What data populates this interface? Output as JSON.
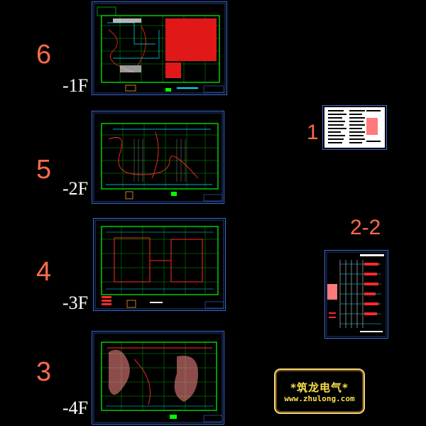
{
  "drawings": [
    {
      "number": "6",
      "floor": "-1F"
    },
    {
      "number": "5",
      "floor": "-2F"
    },
    {
      "number": "4",
      "floor": "-3F"
    },
    {
      "number": "3",
      "floor": "-4F"
    }
  ],
  "side_sheets": [
    {
      "label": "1"
    },
    {
      "label": "2-2"
    }
  ],
  "watermark": {
    "name": "*筑龙电气*",
    "url": "www.zhulong.com"
  },
  "colors": {
    "background": "#000000",
    "sheet_border": "#3b6bd6",
    "grid": "#00ff00",
    "wiring_red": "#ff2b2b",
    "wiring_cyan": "#00e5ff",
    "label_orange": "#ff6a4d",
    "floor_label": "#ffffff",
    "logo_yellow": "#f6e04a"
  }
}
